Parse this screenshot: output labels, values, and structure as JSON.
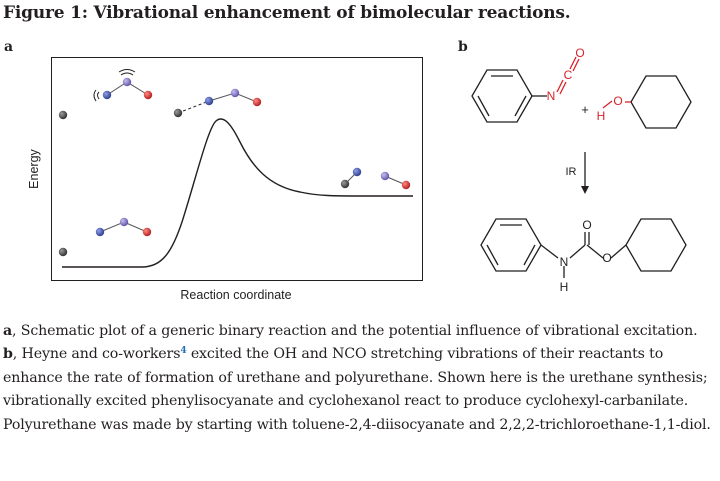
{
  "figure": {
    "title": "Figure 1: Vibrational enhancement of bimolecular reactions.",
    "panel_a_label": "a",
    "panel_b_label": "b"
  },
  "panel_a": {
    "y_axis_label": "Energy",
    "x_axis_label": "Reaction coordinate",
    "atom_colors": {
      "dark": "#3d3d3d",
      "blue": "#3b4ea3",
      "purple": "#7a6fc2",
      "red": "#d8232a"
    }
  },
  "panel_b": {
    "plus": "+",
    "ir_label": "IR",
    "reactant_1_atoms": {
      "n": "N",
      "c": "C",
      "o": "O"
    },
    "reactant_2_atoms": {
      "o": "O",
      "h": "H"
    },
    "product_atoms": {
      "o": "O",
      "n": "N",
      "h": "H"
    },
    "heteroatom_color": "#d8232a"
  },
  "caption": {
    "a_label": "a",
    "a_text": ", Schematic plot of a generic binary reaction and the potential influence of vibrational excitation.",
    "b_label": "b",
    "b_text_1": ", Heyne and co-workers",
    "b_ref": "4",
    "b_text_2": " excited the OH and NCO stretching vibrations of their reactants to enhance the rate of formation of urethane and polyurethane. Shown here is the urethane synthesis; vibrationally excited phenylisocyanate and cyclohexanol react to produce cyclohexyl-carbanilate. Polyurethane was made by starting with toluene-2,4-diisocyanate and 2,2,2-trichloroethane-1,1-diol."
  }
}
